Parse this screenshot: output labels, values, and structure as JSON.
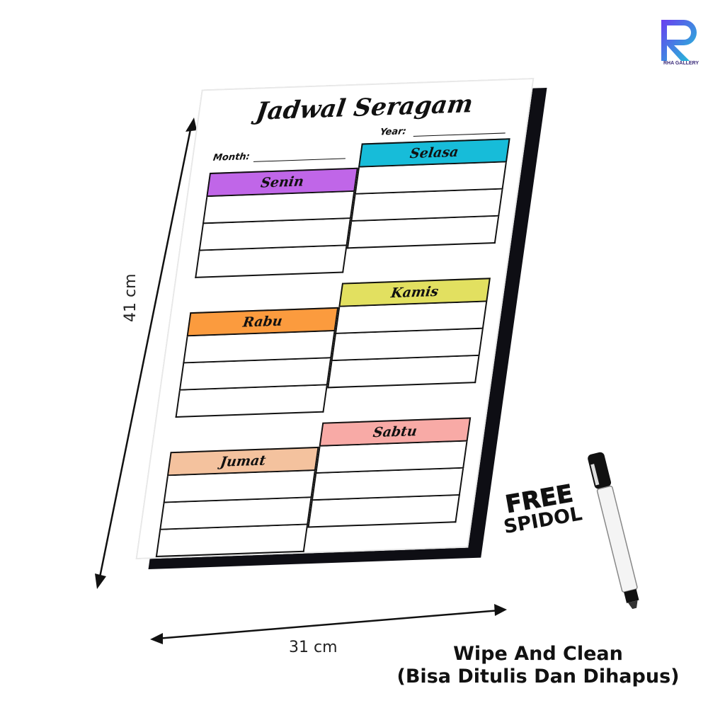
{
  "logo": {
    "text": "RHA GALLERY"
  },
  "dimensions": {
    "height": "41 cm",
    "width": "31 cm"
  },
  "board": {
    "title": "Jadwal Seragam",
    "month_label": "Month:",
    "year_label": "Year:",
    "days": [
      {
        "name": "Senin",
        "color": "#c066e8"
      },
      {
        "name": "Selasa",
        "color": "#17bcd9"
      },
      {
        "name": "Rabu",
        "color": "#fb9b3e"
      },
      {
        "name": "Kamis",
        "color": "#e2e060"
      },
      {
        "name": "Jumat",
        "color": "#f4c29e"
      },
      {
        "name": "Sabtu",
        "color": "#f8aaa6"
      }
    ]
  },
  "badge": {
    "line1": "FREE",
    "line2": "SPIDOL"
  },
  "caption": {
    "line1": "Wipe And Clean",
    "line2": "(Bisa Ditulis Dan Dihapus)"
  }
}
